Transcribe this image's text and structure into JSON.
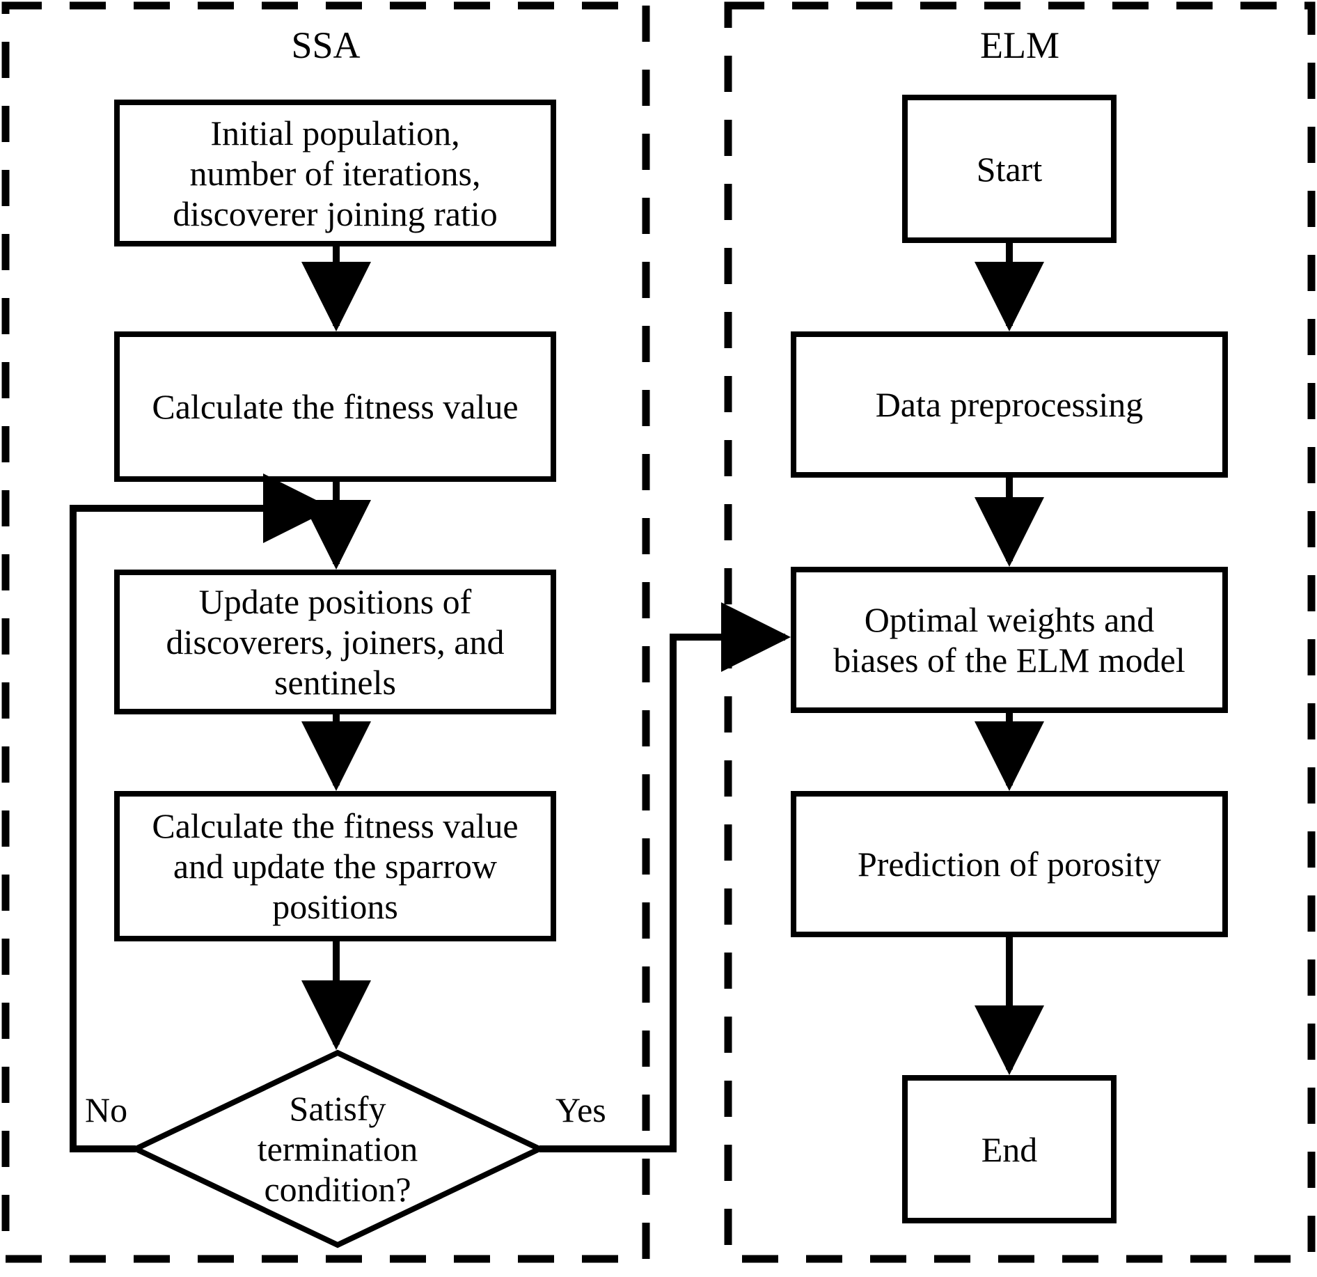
{
  "diagram": {
    "title": "SSA-ELM porosity prediction flowchart",
    "stroke_color": "#000000",
    "background_color": "#ffffff"
  },
  "panels": [
    {
      "id": "ssa",
      "title": "SSA",
      "border_style": "dashed"
    },
    {
      "id": "elm",
      "title": "ELM",
      "border_style": "dashed"
    }
  ],
  "ssa": {
    "title": "SSA",
    "nodes": [
      {
        "id": "init",
        "shape": "rect",
        "lines": [
          "Initial population,",
          "number of iterations,",
          "discoverer joining ratio"
        ]
      },
      {
        "id": "fitness1",
        "shape": "rect",
        "lines": [
          "Calculate the fitness value"
        ]
      },
      {
        "id": "update",
        "shape": "rect",
        "lines": [
          "Update positions of",
          "discoverers, joiners, and",
          "sentinels"
        ]
      },
      {
        "id": "fitness2",
        "shape": "rect",
        "lines": [
          "Calculate the fitness value",
          "and update the sparrow",
          "positions"
        ]
      },
      {
        "id": "decision",
        "shape": "diamond",
        "lines": [
          "Satisfy",
          "termination",
          "condition?"
        ]
      }
    ],
    "edge_labels": {
      "no": "No",
      "yes": "Yes"
    }
  },
  "elm": {
    "title": "ELM",
    "nodes": [
      {
        "id": "start",
        "shape": "rect",
        "lines": [
          "Start"
        ]
      },
      {
        "id": "preproc",
        "shape": "rect",
        "lines": [
          "Data preprocessing"
        ]
      },
      {
        "id": "weights",
        "shape": "rect",
        "lines": [
          "Optimal weights and",
          "biases of the ELM model"
        ]
      },
      {
        "id": "predict",
        "shape": "rect",
        "lines": [
          "Prediction of porosity"
        ]
      },
      {
        "id": "end",
        "shape": "rect",
        "lines": [
          "End"
        ]
      }
    ]
  },
  "connections": [
    {
      "from": "init",
      "to": "fitness1",
      "type": "arrow-down"
    },
    {
      "from": "fitness1",
      "to": "update",
      "type": "arrow-down"
    },
    {
      "from": "update",
      "to": "fitness2",
      "type": "arrow-down"
    },
    {
      "from": "fitness2",
      "to": "decision",
      "type": "arrow-down"
    },
    {
      "from": "decision",
      "to": "update",
      "type": "loop-back-left",
      "label": "No"
    },
    {
      "from": "decision",
      "to": "weights",
      "type": "cross-panel-right",
      "label": "Yes"
    },
    {
      "from": "start",
      "to": "preproc",
      "type": "arrow-down"
    },
    {
      "from": "preproc",
      "to": "weights",
      "type": "arrow-down"
    },
    {
      "from": "weights",
      "to": "predict",
      "type": "arrow-down"
    },
    {
      "from": "predict",
      "to": "end",
      "type": "arrow-down"
    }
  ]
}
